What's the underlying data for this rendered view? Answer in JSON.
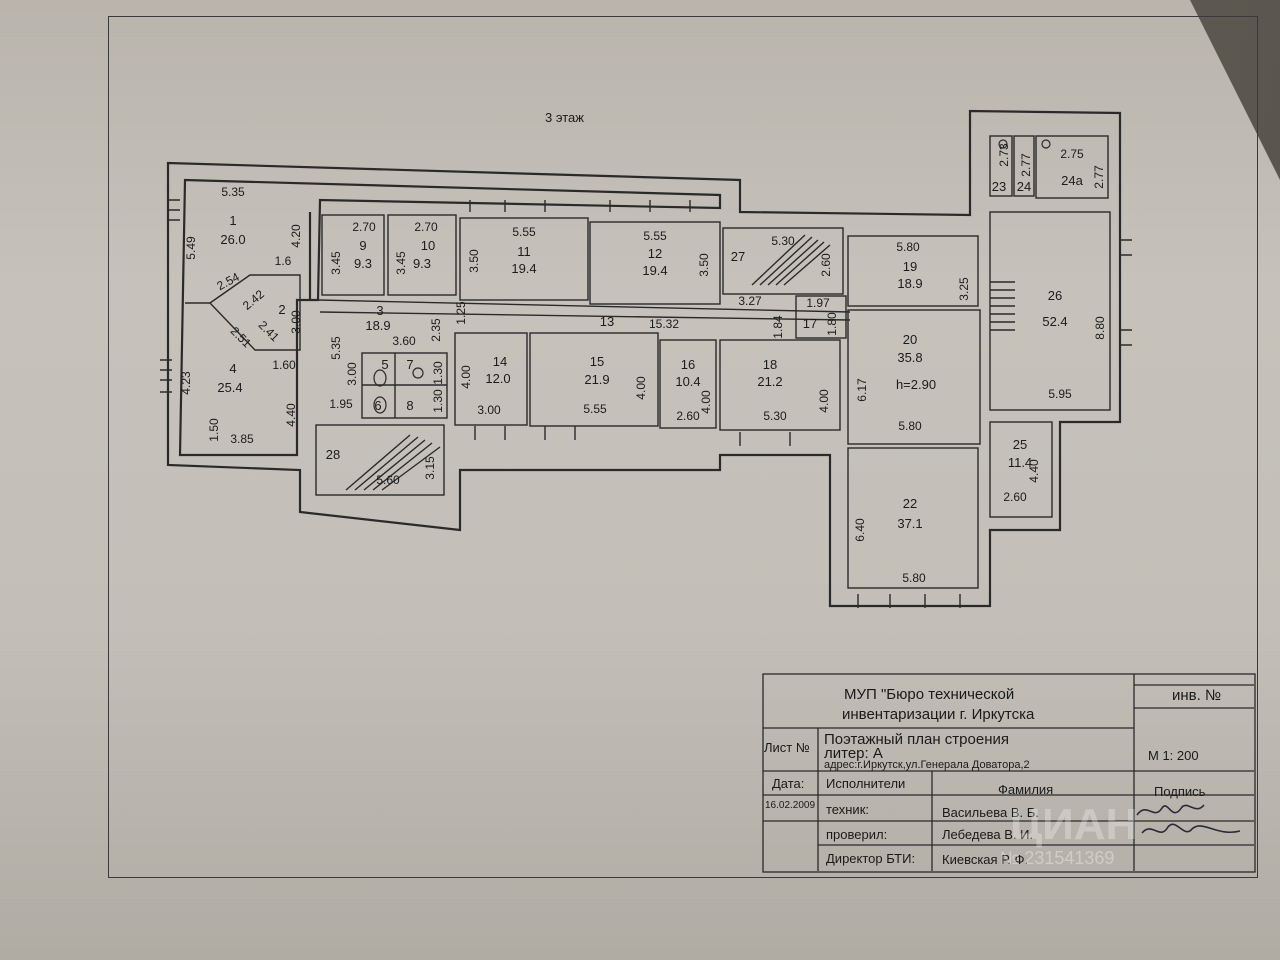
{
  "title_text": "3 этаж",
  "rooms": [
    {
      "id": "1",
      "label": "1",
      "area": "26.0"
    },
    {
      "id": "2",
      "label": "2",
      "area": ""
    },
    {
      "id": "3",
      "label": "3",
      "area": "18.9"
    },
    {
      "id": "4",
      "label": "4",
      "area": "25.4"
    },
    {
      "id": "5",
      "label": "5",
      "area": ""
    },
    {
      "id": "6",
      "label": "6",
      "area": ""
    },
    {
      "id": "7",
      "label": "7",
      "area": ""
    },
    {
      "id": "8",
      "label": "8",
      "area": ""
    },
    {
      "id": "9",
      "label": "9",
      "area": "9.3"
    },
    {
      "id": "10",
      "label": "10",
      "area": "9.3"
    },
    {
      "id": "11",
      "label": "11",
      "area": "19.4"
    },
    {
      "id": "12",
      "label": "12",
      "area": "19.4"
    },
    {
      "id": "13",
      "label": "13",
      "area": ""
    },
    {
      "id": "14",
      "label": "14",
      "area": "12.0"
    },
    {
      "id": "15",
      "label": "15",
      "area": "21.9"
    },
    {
      "id": "16",
      "label": "16",
      "area": "10.4"
    },
    {
      "id": "17",
      "label": "17",
      "area": ""
    },
    {
      "id": "18",
      "label": "18",
      "area": "21.2"
    },
    {
      "id": "19",
      "label": "19",
      "area": "18.9"
    },
    {
      "id": "20",
      "label": "20",
      "area": "35.8",
      "extra": "h=2.90"
    },
    {
      "id": "22",
      "label": "22",
      "area": "37.1"
    },
    {
      "id": "23",
      "label": "23",
      "area": ""
    },
    {
      "id": "24",
      "label": "24",
      "area": ""
    },
    {
      "id": "24a",
      "label": "24а",
      "area": ""
    },
    {
      "id": "25",
      "label": "25",
      "area": "11.4"
    },
    {
      "id": "26",
      "label": "26",
      "area": "52.4"
    },
    {
      "id": "27",
      "label": "27",
      "area": ""
    },
    {
      "id": "28",
      "label": "28",
      "area": ""
    }
  ],
  "dims": [
    "5.35",
    "5.49",
    "4.20",
    "1.6",
    "2.54",
    "2.42",
    "2.51",
    "2.41",
    "3.00",
    "1.60",
    "4.23",
    "4.40",
    "1.50",
    "3.85",
    "2.70",
    "3.45",
    "2.70",
    "3.45",
    "5.55",
    "3.50",
    "5.55",
    "3.50",
    "5.30",
    "2.60",
    "5.80",
    "3.25",
    "2.75",
    "2.77",
    "2.73",
    "2.77",
    "8.80",
    "5.95",
    "1.25",
    "2.35",
    "5.35",
    "3.60",
    "3.00",
    "1.30",
    "1.95",
    "1.30",
    "15.32",
    "1.84",
    "1.97",
    "1.80",
    "3.27",
    "6.17",
    "5.80",
    "4.00",
    "3.00",
    "5.55",
    "4.00",
    "2.60",
    "4.00",
    "5.30",
    "4.00",
    "3.15",
    "5.60",
    "4.40",
    "2.60",
    "6.40",
    "5.80"
  ],
  "stamp": {
    "org_line1": "МУП \"Бюро технической",
    "org_line2": "инвентаризации г. Иркутска",
    "inv_label": "инв. №",
    "sheet_label": "Лист №",
    "plan_title": "Поэтажный план строения",
    "liter": "литер: А",
    "address": "адрес:г.Иркутск,ул.Генерала Доватора,2",
    "scale": "М  1: 200",
    "date_label": "Дата:",
    "performers_label": "Исполнители",
    "surname_label": "Фамилия",
    "signature_label": "Подпись",
    "date_value": "16.02.2009",
    "rows": [
      {
        "role": "техник:",
        "name": "Васильева В. Б."
      },
      {
        "role": "проверил:",
        "name": "Лебедева В. И."
      },
      {
        "role": "Директор БТИ:",
        "name": "Киевская Р. Ф."
      }
    ]
  },
  "watermark": {
    "brand": "ЦИАН",
    "id": "№ 231541369"
  }
}
